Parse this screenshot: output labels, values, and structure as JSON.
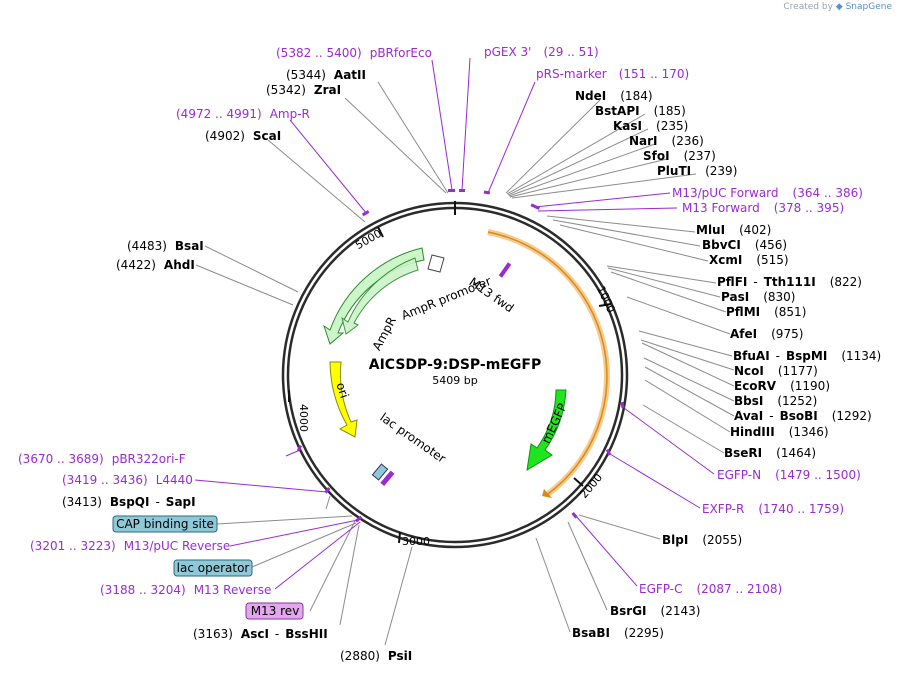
{
  "brand": {
    "created_by": "Created by",
    "app": "SnapGene"
  },
  "plasmid": {
    "name": "AICSDP-9:DSP-mEGFP",
    "length": "5409 bp"
  },
  "ticks": [
    {
      "label": "1000"
    },
    {
      "label": "2000"
    },
    {
      "label": "3000"
    },
    {
      "label": "4000"
    },
    {
      "label": "5000"
    }
  ],
  "features": [
    {
      "name": "AmpR promoter"
    },
    {
      "name": "AmpR"
    },
    {
      "name": "ori"
    },
    {
      "name": "lac promoter"
    },
    {
      "name": "M13 fwd"
    },
    {
      "name": "mEGFP"
    }
  ],
  "labels": {
    "pbrforeco": {
      "coord": "(5382 .. 5400)",
      "name": "pBRforEco"
    },
    "pgex3": {
      "name": "pGEX 3'",
      "coord": "(29 .. 51)"
    },
    "aatii": {
      "coord": "(5344)",
      "name": "AatII"
    },
    "prsmarker": {
      "name": "pRS-marker",
      "coord": "(151 .. 170)"
    },
    "zrai": {
      "coord": "(5342)",
      "name": "ZraI"
    },
    "ndei": {
      "name": "NdeI",
      "coord": "(184)"
    },
    "bstapi": {
      "name": "BstAPI",
      "coord": "(185)"
    },
    "ampr_site": {
      "coord": "(4972 .. 4991)",
      "name": "Amp-R"
    },
    "kasi": {
      "name": "KasI",
      "coord": "(235)"
    },
    "scai": {
      "coord": "(4902)",
      "name": "ScaI"
    },
    "nari": {
      "name": "NarI",
      "coord": "(236)"
    },
    "sfoi": {
      "name": "SfoI",
      "coord": "(237)"
    },
    "pluti": {
      "name": "PluTI",
      "coord": "(239)"
    },
    "m13puc_fwd": {
      "name": "M13/pUC Forward",
      "coord": "(364 .. 386)"
    },
    "m13_fwd": {
      "name": "M13 Forward",
      "coord": "(378 .. 395)"
    },
    "mlui": {
      "name": "MluI",
      "coord": "(402)"
    },
    "bbvci": {
      "name": "BbvCI",
      "coord": "(456)"
    },
    "bsai": {
      "coord": "(4483)",
      "name": "BsaI"
    },
    "xcmi": {
      "name": "XcmI",
      "coord": "(515)"
    },
    "ahdi": {
      "coord": "(4422)",
      "name": "AhdI"
    },
    "pflfi": {
      "name": "PflFI",
      "sep": "-",
      "name2": "Tth111I",
      "coord": "(822)"
    },
    "pasi": {
      "name": "PasI",
      "coord": "(830)"
    },
    "pflmi": {
      "name": "PflMI",
      "coord": "(851)"
    },
    "afei": {
      "name": "AfeI",
      "coord": "(975)"
    },
    "bfuai": {
      "name": "BfuAI",
      "sep": "-",
      "name2": "BspMI",
      "coord": "(1134)"
    },
    "ncoi": {
      "name": "NcoI",
      "coord": "(1177)"
    },
    "ecorv": {
      "name": "EcoRV",
      "coord": "(1190)"
    },
    "bbsi": {
      "name": "BbsI",
      "coord": "(1252)"
    },
    "avai": {
      "name": "AvaI",
      "sep": "-",
      "name2": "BsoBI",
      "coord": "(1292)"
    },
    "hindiii": {
      "name": "HindIII",
      "coord": "(1346)"
    },
    "bseri": {
      "name": "BseRI",
      "coord": "(1464)"
    },
    "egfpn": {
      "name": "EGFP-N",
      "coord": "(1479 .. 1500)"
    },
    "exfpr": {
      "name": "EXFP-R",
      "coord": "(1740 .. 1759)"
    },
    "pbr322ori": {
      "coord": "(3670 .. 3689)",
      "name": "pBR322ori-F"
    },
    "l4440": {
      "coord": "(3419 .. 3436)",
      "name": "L4440"
    },
    "bspqi": {
      "coord": "(3413)",
      "name": "BspQI",
      "sep": "-",
      "name2": "SapI"
    },
    "cap": {
      "name": "CAP binding site"
    },
    "m13puc_rev": {
      "coord": "(3201 .. 3223)",
      "name": "M13/pUC Reverse"
    },
    "lacop": {
      "name": "lac operator"
    },
    "m13_rev_primer": {
      "coord": "(3188 .. 3204)",
      "name": "M13 Reverse"
    },
    "m13rev": {
      "name": "M13 rev"
    },
    "asci": {
      "coord": "(3163)",
      "name": "AscI",
      "sep": "-",
      "name2": "BssHII"
    },
    "psii": {
      "coord": "(2880)",
      "name": "PsiI"
    },
    "blpi": {
      "name": "BlpI",
      "coord": "(2055)"
    },
    "egfpc": {
      "name": "EGFP-C",
      "coord": "(2087 .. 2108)"
    },
    "bsrgi": {
      "name": "BsrGI",
      "coord": "(2143)"
    },
    "bsabi": {
      "name": "BsaBI",
      "coord": "(2295)"
    }
  },
  "colors": {
    "backbone": "#2b2b2b",
    "enzyme_line": "#8c8c8c",
    "primer": "#9a2bd1",
    "ampr_fill": "#ccf5c9",
    "ori_fill": "#ffff00",
    "mEGFP_fill": "#1fe51f",
    "orf_band": "#f5c27a",
    "orf_arrow": "#d98a1c",
    "tag_fill": "#8fc8d6",
    "m13rev_fill": "#e4a7ee"
  }
}
